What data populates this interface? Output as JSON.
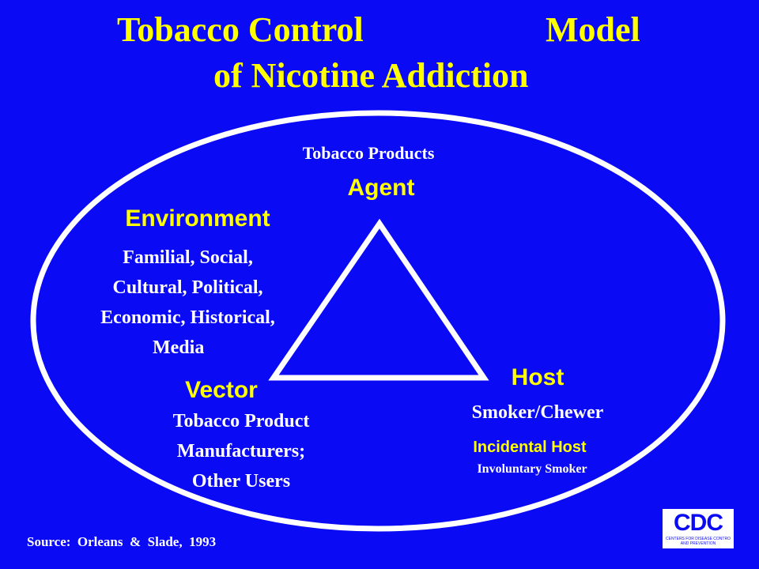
{
  "title": {
    "line1_left": "Tobacco Control",
    "line1_right": "Model",
    "line2": "of Nicotine Addiction"
  },
  "diagram": {
    "agent": {
      "detail": "Tobacco Products",
      "label": "Agent"
    },
    "environment": {
      "label": "Environment",
      "detail_lines": [
        "Familial, Social,",
        "Cultural, Political,",
        "Economic, Historical,",
        "Media"
      ]
    },
    "vector": {
      "label": "Vector",
      "detail_lines": [
        "Tobacco Product",
        "Manufacturers;",
        "Other Users"
      ]
    },
    "host": {
      "label": "Host",
      "detail": "Smoker/Chewer"
    },
    "incidental_host": {
      "label": "Incidental Host",
      "detail": "Involuntary Smoker"
    }
  },
  "source": "Source:  Orleans  &  Slade,  1993",
  "logo": {
    "letters": "CDC",
    "lines": [
      "CENTERS FOR DISEASE CONTROL",
      "AND PREVENTION"
    ]
  },
  "colors": {
    "background": "#0a0af5",
    "title": "#ffff00",
    "labels": "#ffff00",
    "details": "#ffffff",
    "outline": "#ffffff"
  }
}
